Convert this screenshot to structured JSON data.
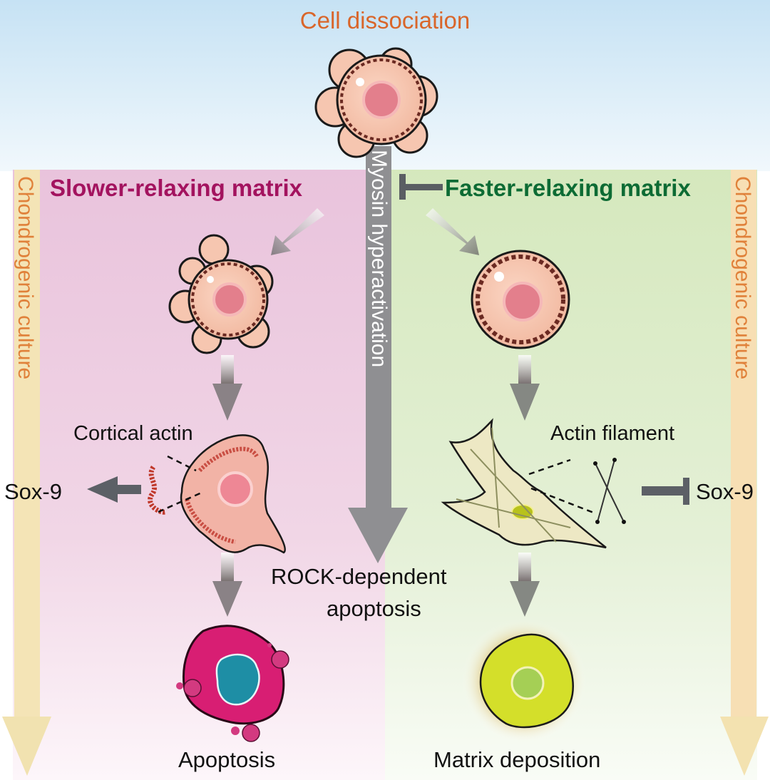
{
  "diagram": {
    "top_label": "Cell dissociation",
    "left_panel": {
      "title": "Slower-relaxing matrix",
      "color": "#a3135f",
      "background": "#ecc8dd",
      "side_label": "Chondrogenic culture",
      "stages": [
        "Rounded cell with blebs",
        "Cortical actin cell",
        "Apoptotic cell"
      ],
      "annotation": "Cortical actin",
      "sox_label": "Sox-9",
      "sox_relation": "promotes",
      "outcome": "Apoptosis"
    },
    "right_panel": {
      "title": "Faster-relaxing matrix",
      "color": "#0d6b34",
      "background": "#d6e8bf",
      "side_label": "Chondrogenic culture",
      "stages": [
        "Rounded cell",
        "Spread cell with actin filaments",
        "Matrix-depositing cell"
      ],
      "annotation": "Actin filament",
      "sox_label": "Sox-9",
      "sox_relation": "inhibits",
      "outcome": "Matrix deposition"
    },
    "center_arrow": {
      "label": "Myosin hyperactivation",
      "inhibited_by": "Faster-relaxing matrix",
      "result_line1": "ROCK-dependent",
      "result_line2": "apoptosis"
    },
    "colors": {
      "accent_orange": "#d9662a",
      "side_arrow": "#f3e3b3",
      "gray_arrow": "#8f8f8f",
      "dark_arrow": "#5a5e63"
    }
  }
}
